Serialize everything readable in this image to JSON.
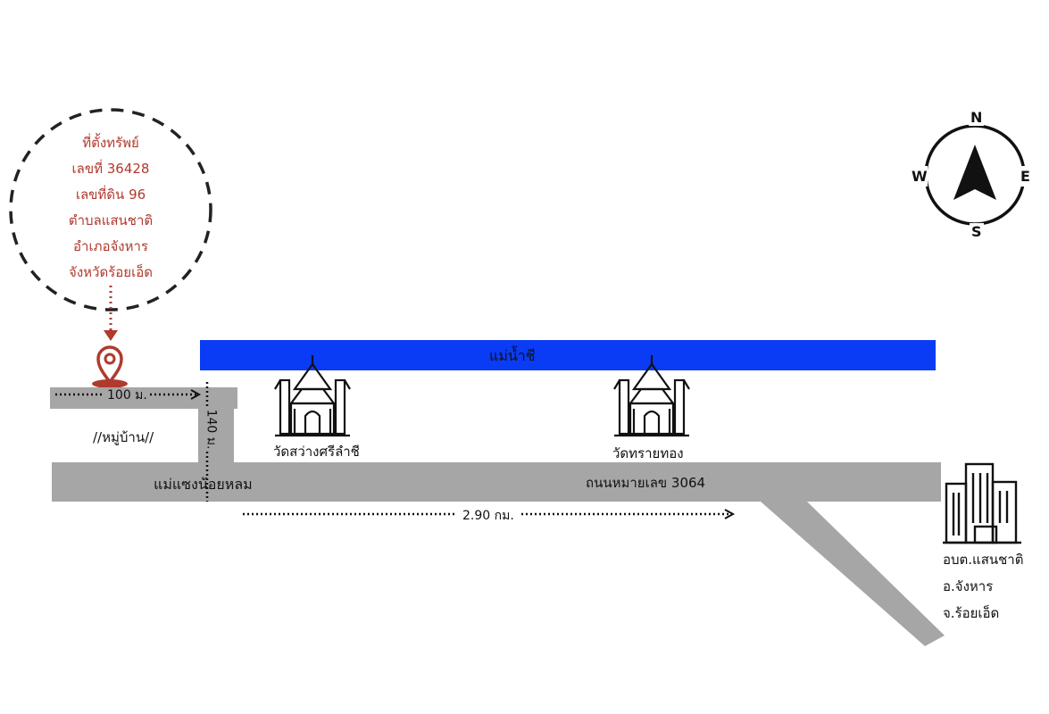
{
  "property": {
    "lines": [
      "ที่ตั้งทรัพย์",
      "เลขที่ 36428",
      "เลขที่ดิน 96",
      "ตำบลแสนชาติ",
      "อำเภอจังหาร",
      "จังหวัดร้อยเอ็ด"
    ]
  },
  "compass": {
    "n": "N",
    "s": "S",
    "e": "E",
    "w": "W"
  },
  "labels": {
    "river": "แม่น้ำชี",
    "dist_100": "100 ม.",
    "dist_140": "140 ม.",
    "dist_290": "2.90 กม.",
    "village": "//หมู่บ้าน//",
    "temple1": "วัดสว่างศรีลำชี",
    "temple2": "วัดทรายทอง",
    "road_left": "แม่แซงน้อยหลม",
    "road_main": "ถนนหมายเลข 3064",
    "office": [
      "อบต.แสนชาติ",
      "อ.จังหาร",
      "จ.ร้อยเอ็ด"
    ]
  },
  "colors": {
    "river": "#0a3cf5",
    "road": "#a6a6a6",
    "accent_red": "#b03a2e"
  }
}
